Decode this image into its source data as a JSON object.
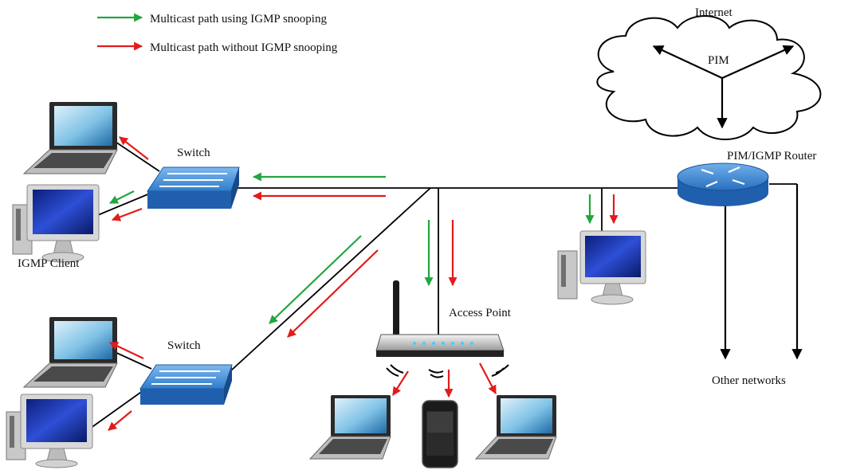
{
  "legend": {
    "items": [
      {
        "label": "Multicast path using IGMP snooping",
        "color": "#22a640"
      },
      {
        "label": "Multicast path without IGMP snooping",
        "color": "#e31b1b"
      }
    ]
  },
  "labels": {
    "internet": "Internet",
    "pim": "PIM",
    "router": "PIM/IGMP Router",
    "switch_top": "Switch",
    "switch_bottom": "Switch",
    "igmp_client": "IGMP Client",
    "access_point": "Access Point",
    "other_networks": "Other networks"
  },
  "colors": {
    "snooping": "#22a640",
    "no_snooping": "#e31b1b",
    "line": "#000000",
    "device_blue": "#3a7dc9"
  }
}
